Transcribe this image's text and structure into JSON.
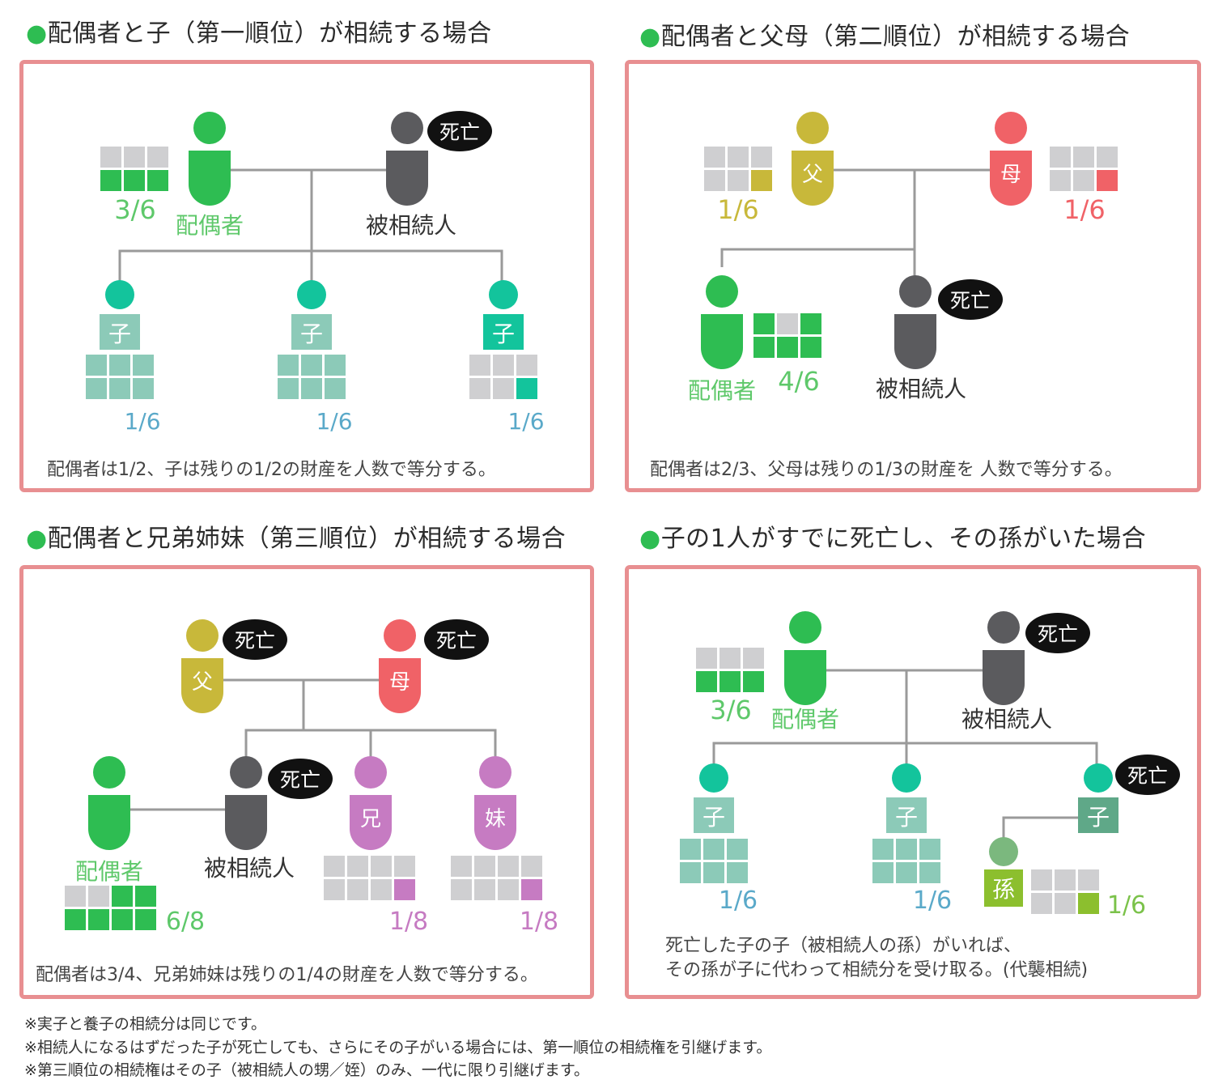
{
  "panels": [
    {
      "title": "配偶者と子（第一順位）が相続する場合",
      "caption": "配偶者は1/2、子は残りの1/2の財産を人数で等分する。",
      "spouse_label": "配偶者",
      "deceased_label": "被相続人",
      "dead_badge": "死亡",
      "child_label": "子",
      "spouse_share": "3/6",
      "child_share": "1/6"
    },
    {
      "title": "配偶者と父母（第二順位）が相続する場合",
      "caption": "配偶者は2/3、父母は残りの1/3の財産を 人数で等分する。",
      "spouse_label": "配偶者",
      "deceased_label": "被相続人",
      "dead_badge": "死亡",
      "father_label": "父",
      "mother_label": "母",
      "spouse_share": "4/6",
      "father_share": "1/6",
      "mother_share": "1/6"
    },
    {
      "title": "配偶者と兄弟姉妹（第三順位）が相続する場合",
      "caption": "配偶者は3/4、兄弟姉妹は残りの1/4の財産を人数で等分する。",
      "spouse_label": "配偶者",
      "deceased_label": "被相続人",
      "dead_badge": "死亡",
      "father_label": "父",
      "mother_label": "母",
      "brother_label": "兄",
      "sister_label": "妹",
      "spouse_share": "6/8",
      "sibling_share": "1/8"
    },
    {
      "title": "子の1人がすでに死亡し、その孫がいた場合",
      "caption_line1": "死亡した子の子（被相続人の孫）がいれば、",
      "caption_line2": "その孫が子に代わって相続分を受け取る。(代襲相続)",
      "spouse_label": "配偶者",
      "deceased_label": "被相続人",
      "dead_badge": "死亡",
      "child_label": "子",
      "grandchild_label": "孫",
      "spouse_share": "3/6",
      "child_share": "1/6"
    }
  ],
  "footnotes": [
    "※実子と養子の相続分は同じです。",
    "※相続人になるはずだった子が死亡しても、さらにその子がいる場合には、第一順位の相続権を引継げます。",
    "※第三順位の相続権はその子（被相続人の甥／姪）のみ、一代に限り引継げます。"
  ],
  "colors": {
    "spouse": "#2ebd52",
    "deceased": "#5b5b5e",
    "child": "#13c49c",
    "child_box": "#8ccab8",
    "father": "#c8b83a",
    "mother": "#f06267",
    "sibling": "#c67bc2",
    "grandchild": "#7bb87e",
    "grandchild_box": "#8cbf2e",
    "grid_gray": "#cfcfd1",
    "line": "#9a9a9a",
    "border": "#e88f91"
  }
}
